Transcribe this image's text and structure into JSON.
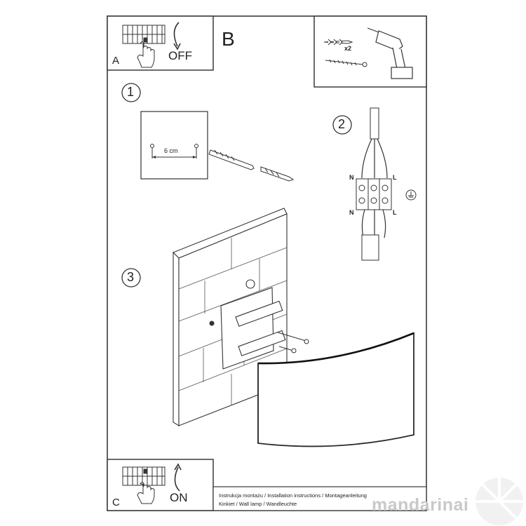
{
  "panel_a": {
    "letter": "A",
    "action": "OFF"
  },
  "panel_b": {
    "letter": "B",
    "quantity_label": "x2"
  },
  "panel_c": {
    "letter": "C",
    "action": "ON"
  },
  "steps": [
    {
      "number": "1",
      "distance_label": "6 cm"
    },
    {
      "number": "2",
      "wire_labels": {
        "top_left": "N",
        "top_right": "L",
        "bottom_left": "N",
        "bottom_right": "L"
      }
    },
    {
      "number": "3"
    }
  ],
  "footer": {
    "line1": "Instrukcja montażu / Installation instructions / Montageanleitung",
    "line2": "Kinkiet / Wall lamp / Wandleuchte"
  },
  "watermark": "mandarinai",
  "colors": {
    "line": "#2a2a2a",
    "frame": "#3a3a3a",
    "watermark": "#c9c9c9"
  }
}
